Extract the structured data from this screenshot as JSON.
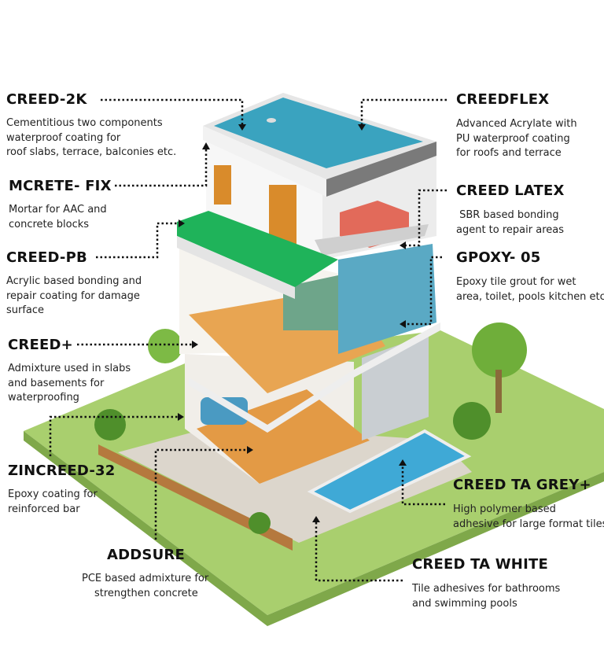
{
  "labels": [
    {
      "id": "creed-2k",
      "title": "CREED-2K",
      "desc": [
        "Cementitious two components",
        "waterproof coating for",
        "roof slabs, terrace, balconies etc."
      ]
    },
    {
      "id": "mcrete-fix",
      "title": "MCRETE- FIX",
      "desc": [
        "Mortar for AAC and",
        "concrete blocks"
      ]
    },
    {
      "id": "creed-pb",
      "title": "CREED-PB",
      "desc": [
        "Acrylic based bonding and",
        "repair coating for damage",
        "surface"
      ]
    },
    {
      "id": "creed-plus",
      "title": "CREED+",
      "desc": [
        "Admixture used in slabs",
        "and basements for",
        "waterproofing"
      ]
    },
    {
      "id": "zincreed-32",
      "title": "ZINCREED-32",
      "desc": [
        "Epoxy coating for",
        "reinforced bar"
      ]
    },
    {
      "id": "addsure",
      "title": "ADDSURE",
      "desc": [
        "PCE based admixture for",
        "strengthen concrete"
      ]
    },
    {
      "id": "creedflex",
      "title": "CREEDFLEX",
      "desc": [
        "Advanced Acrylate with",
        "PU waterproof coating",
        "for roofs and terrace"
      ]
    },
    {
      "id": "creed-latex",
      "title": "CREED LATEX",
      "desc": [
        " SBR based bonding",
        "agent to repair areas"
      ]
    },
    {
      "id": "gpoxy-05",
      "title": "GPOXY- 05",
      "desc": [
        "Epoxy tile grout for wet",
        "area, toilet, pools kitchen etc."
      ]
    },
    {
      "id": "creed-ta-grey",
      "title": "CREED TA GREY+",
      "desc": [
        "High polymer based",
        "adhesive for large format tiles"
      ]
    },
    {
      "id": "creed-ta-white",
      "title": "CREED TA WHITE",
      "desc": [
        "Tile adhesives for bathrooms",
        "and swimming pools"
      ]
    }
  ],
  "colors": {
    "roof": "#3aa3bf",
    "terrace": "#1fb35a",
    "grass": "#a9cf6e",
    "pool": "#3fa9d6",
    "floor": "#e39a45",
    "wall": "#f3f3f1"
  }
}
